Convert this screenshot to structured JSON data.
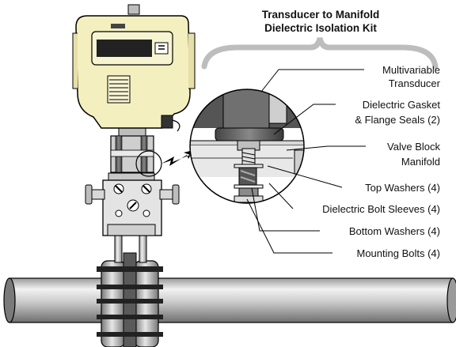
{
  "title": {
    "line1": "Transducer to Manifold",
    "line2": "Dielectric Isolation Kit"
  },
  "labels": {
    "multivariable_1": "Multivariable",
    "multivariable_2": "Transducer",
    "gasket_1": "Dielectric Gasket",
    "gasket_2": "& Flange Seals (2)",
    "valve_1": "Valve Block",
    "valve_2": "Manifold",
    "top_washers": "Top Washers (4)",
    "bolt_sleeves": "Dielectric Bolt Sleeves (4)",
    "bottom_washers": "Bottom Washers (4)",
    "mounting_bolts": "Mounting Bolts (4)"
  },
  "colors": {
    "housing": "#f3efbf",
    "metal": "#d6d6d6",
    "pipe_light": "#eeeeee",
    "pipe_dark": "#8a8a8a",
    "dark": "#2a2a2a",
    "outline": "#000000"
  }
}
